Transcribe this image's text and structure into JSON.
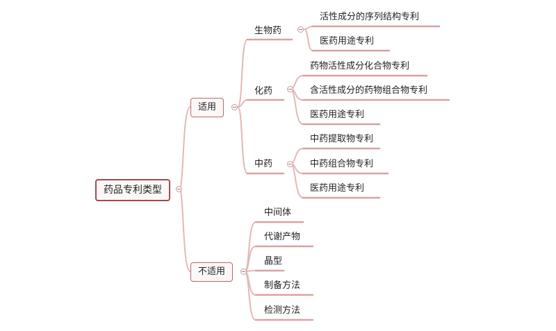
{
  "root": "药品专利类型",
  "applicable": {
    "label": "适用",
    "groups": {
      "bio": {
        "label": "生物药",
        "items": [
          "活性成分的序列结构专利",
          "医药用途专利"
        ]
      },
      "chem": {
        "label": "化药",
        "items": [
          "药物活性成分化合物专利",
          "含活性成分的药物组合物专利",
          "医药用途专利"
        ]
      },
      "tcm": {
        "label": "中药",
        "items": [
          "中药提取物专利",
          "中药组合物专利",
          "医药用途专利"
        ]
      }
    }
  },
  "not_applicable": {
    "label": "不适用",
    "items": [
      "中间体",
      "代谢产物",
      "晶型",
      "制备方法",
      "检测方法"
    ]
  },
  "colors": {
    "link": "#e4b7b7",
    "box_border": "#b66b6b",
    "root_border": "#a44a4a",
    "toggle": "#c69a9a"
  }
}
